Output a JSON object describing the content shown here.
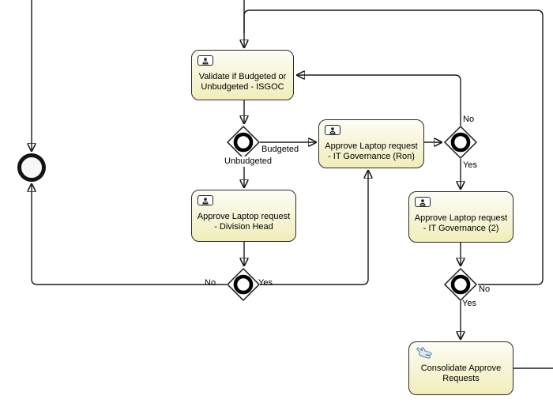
{
  "tasks": {
    "validate": {
      "label": "Validate if Budgeted or Unbudgeted - ISGOC",
      "icon": "user-icon"
    },
    "approve_ron": {
      "label": "Approve Laptop request - IT Governance (Ron)",
      "icon": "user-icon"
    },
    "approve_division_head": {
      "label": "Approve Laptop request - Division Head",
      "icon": "user-icon"
    },
    "approve_it_governance_2": {
      "label": "Approve Laptop request - IT Governance (2)",
      "icon": "user-icon"
    },
    "consolidate": {
      "label": "Consolidate Approve Requests",
      "icon": "hand-icon"
    }
  },
  "edge_labels": {
    "budgeted": "Budgeted",
    "unbudgeted": "Unbudgeted",
    "ron_no": "No",
    "ron_yes": "Yes",
    "division_no": "No",
    "division_yes": "Yes",
    "gov2_no": "No",
    "gov2_yes": "Yes"
  },
  "colors": {
    "task_fill_top": "#fdfdf6",
    "task_fill_bottom": "#f1eeb9",
    "stroke": "#1a1a1a",
    "hand_icon_fill": "#dbe9fa"
  }
}
